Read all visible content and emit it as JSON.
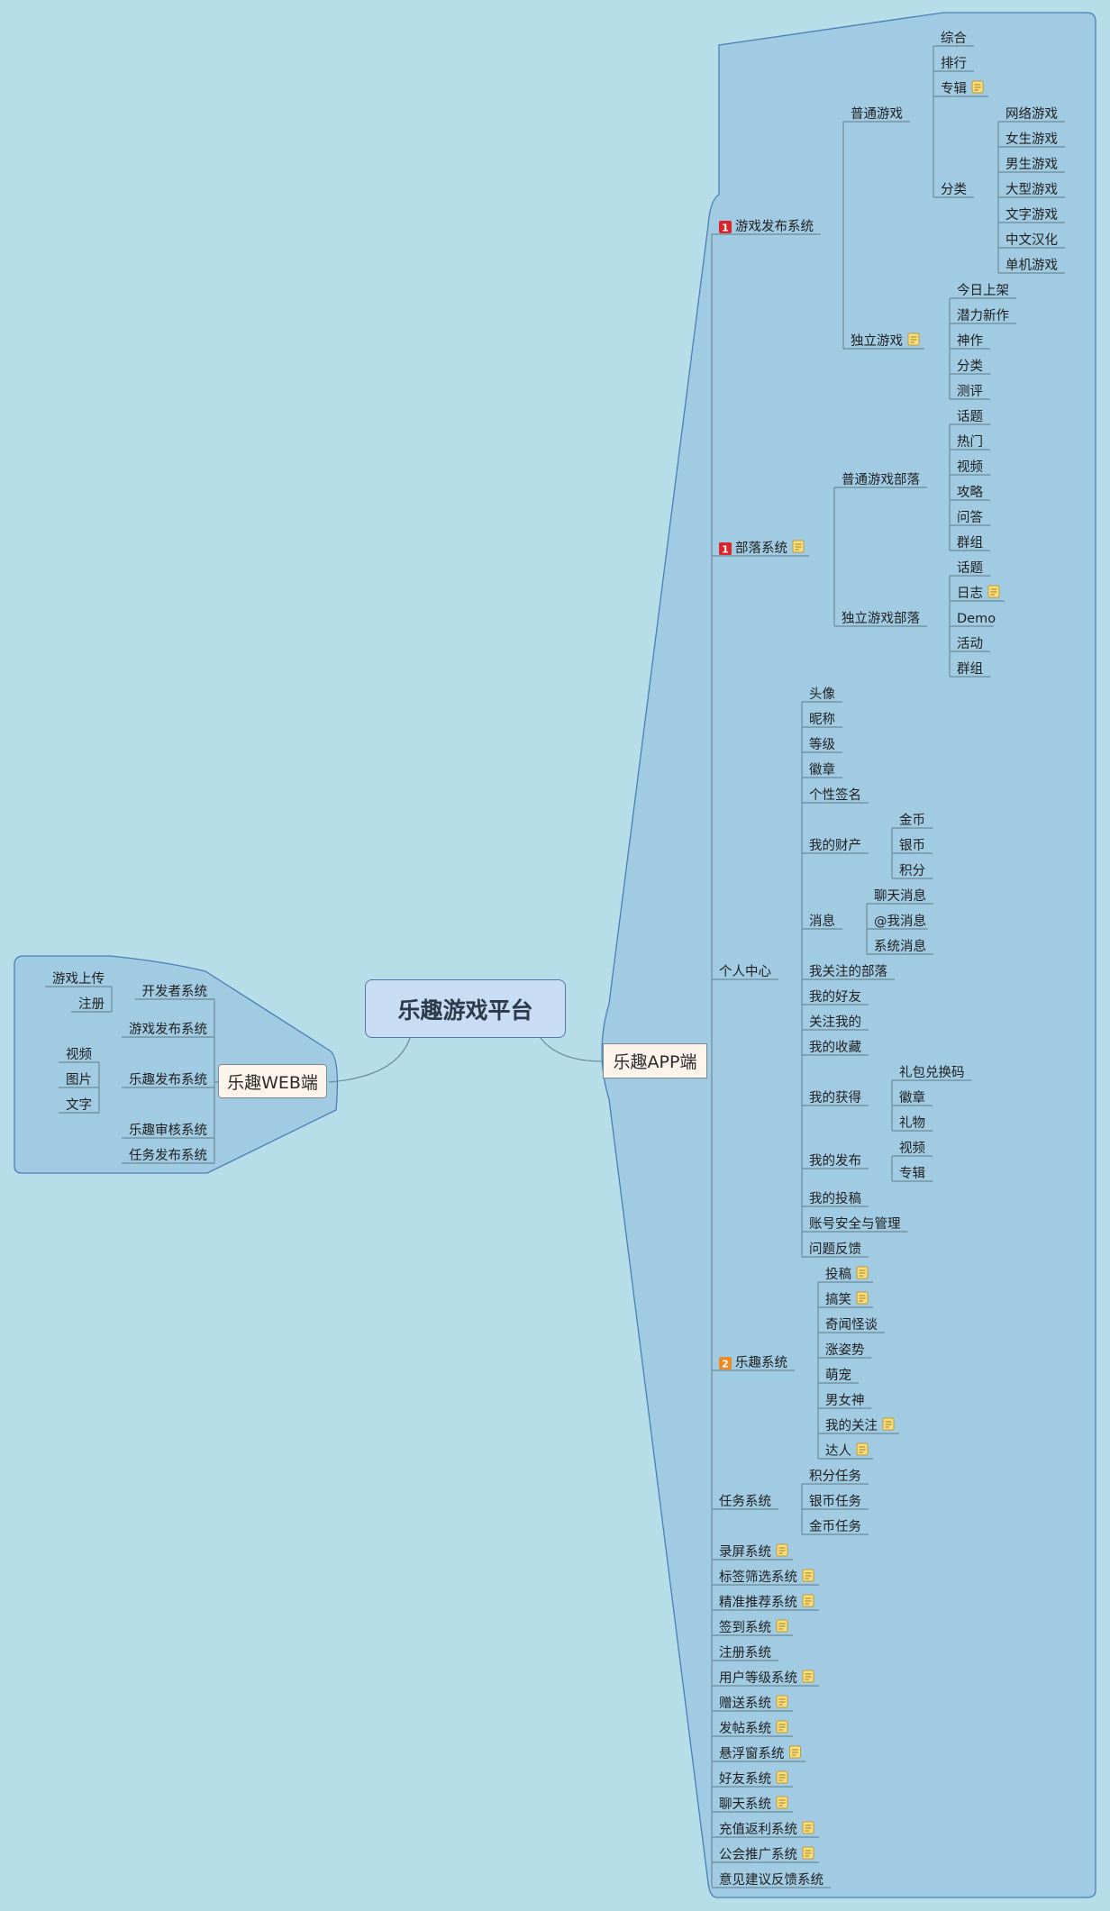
{
  "root": "乐趣游戏平台",
  "app": {
    "label": "乐趣APP端",
    "game_publish": {
      "label": "游戏发布系统",
      "priority": "1",
      "normal": {
        "label": "普通游戏",
        "items": [
          "综合",
          "排行",
          "专辑"
        ],
        "category": {
          "label": "分类",
          "items": [
            "网络游戏",
            "女生游戏",
            "男生游戏",
            "大型游戏",
            "文字游戏",
            "中文汉化",
            "单机游戏"
          ]
        }
      },
      "indie": {
        "label": "独立游戏",
        "items": [
          "今日上架",
          "潜力新作",
          "神作",
          "分类",
          "测评"
        ]
      }
    },
    "tribe": {
      "label": "部落系统",
      "priority": "1",
      "normal": {
        "label": "普通游戏部落",
        "items": [
          "话题",
          "热门",
          "视频",
          "攻略",
          "问答",
          "群组"
        ]
      },
      "indie": {
        "label": "独立游戏部落",
        "items": [
          "话题",
          "日志",
          "Demo",
          "活动",
          "群组"
        ]
      }
    },
    "personal": {
      "label": "个人中心",
      "basic": [
        "头像",
        "昵称",
        "等级",
        "徽章",
        "个性签名"
      ],
      "wealth": {
        "label": "我的财产",
        "items": [
          "金币",
          "银币",
          "积分"
        ]
      },
      "message": {
        "label": "消息",
        "items": [
          "聊天消息",
          "@我消息",
          "系统消息"
        ]
      },
      "mid": [
        "我关注的部落",
        "我的好友",
        "关注我的",
        "我的收藏"
      ],
      "obtain": {
        "label": "我的获得",
        "items": [
          "礼包兑换码",
          "徽章",
          "礼物"
        ]
      },
      "publish": {
        "label": "我的发布",
        "items": [
          "视频",
          "专辑"
        ]
      },
      "tail": [
        "我的投稿",
        "账号安全与管理",
        "问题反馈"
      ]
    },
    "fun": {
      "label": "乐趣系统",
      "priority": "2",
      "items": [
        "投稿",
        "搞笑",
        "奇闻怪谈",
        "涨姿势",
        "萌宠",
        "男女神",
        "我的关注",
        "达人"
      ]
    },
    "task": {
      "label": "任务系统",
      "items": [
        "积分任务",
        "银币任务",
        "金币任务"
      ]
    },
    "systems": [
      "录屏系统",
      "标签筛选系统",
      "精准推荐系统",
      "签到系统",
      "注册系统",
      "用户等级系统",
      "赠送系统",
      "发帖系统",
      "悬浮窗系统",
      "好友系统",
      "聊天系统",
      "充值返利系统",
      "公会推广系统",
      "意见建议反馈系统"
    ]
  },
  "web": {
    "label": "乐趣WEB端",
    "developer": {
      "label": "开发者系统",
      "items": [
        "游戏上传",
        "注册"
      ]
    },
    "game_publish": "游戏发布系统",
    "fun_publish": {
      "label": "乐趣发布系统",
      "items": [
        "视频",
        "图片",
        "文字"
      ]
    },
    "review": "乐趣审核系统",
    "task": "任务发布系统"
  },
  "colors": {
    "background": "#b7dde8",
    "region": "#a0cbe2",
    "region_border": "#4a7fb5",
    "priority1": "#d9262c",
    "priority2": "#f08a24"
  },
  "icons": {
    "note": "note-icon",
    "priority": "priority-icon"
  }
}
